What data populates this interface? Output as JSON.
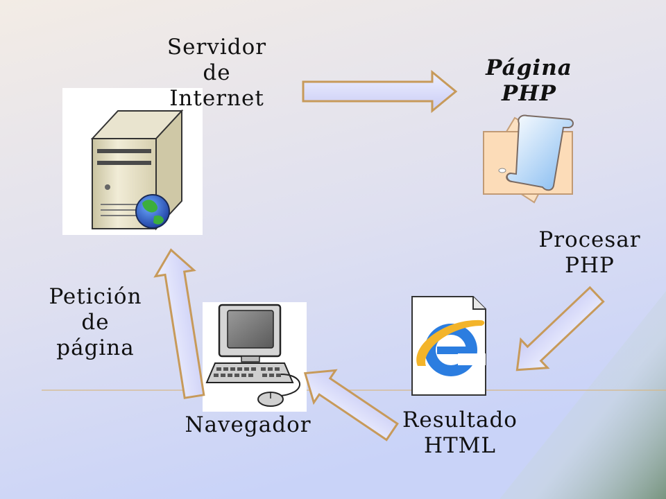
{
  "colors": {
    "background_top": "#f2ebe4",
    "background_bottom": "#cdd6f7",
    "arrow_fill": "#d9dcf8",
    "arrow_stroke": "#c79a5a",
    "divider": "#d8b88a"
  },
  "nodes": {
    "server": {
      "icon": "server-icon",
      "label_lines": [
        "Servidor",
        "de",
        "Internet"
      ]
    },
    "php_page": {
      "icon": "scroll-document-icon",
      "label_lines": [
        "Página",
        "PHP"
      ]
    },
    "html_result": {
      "icon": "internet-explorer-icon",
      "label_lines": [
        "Resultado",
        "HTML"
      ]
    },
    "browser": {
      "icon": "computer-icon",
      "label_lines": [
        "Navegador"
      ]
    }
  },
  "edges": {
    "process": {
      "label_lines": [
        "Procesar",
        "PHP"
      ]
    },
    "request": {
      "label_lines": [
        "Petición",
        "de",
        "página"
      ]
    }
  }
}
